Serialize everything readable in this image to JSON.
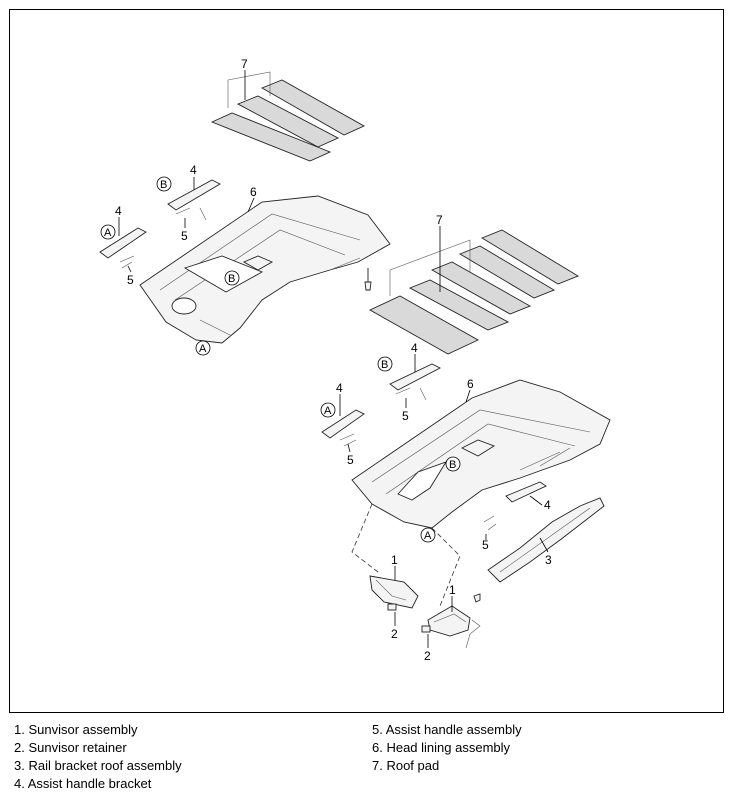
{
  "callouts": {
    "n1": "1",
    "n2": "2",
    "n3": "3",
    "n4": "4",
    "n5": "5",
    "n6": "6",
    "n7": "7",
    "a": "A",
    "b": "B"
  },
  "legend": {
    "item1": "1.  Sunvisor assembly",
    "item2": "2.  Sunvisor retainer",
    "item3": "3.  Rail bracket roof assembly",
    "item4": "4.  Assist handle bracket",
    "item5": "5.  Assist handle assembly",
    "item6": "6.  Head lining assembly",
    "item7": "7.  Roof pad"
  }
}
